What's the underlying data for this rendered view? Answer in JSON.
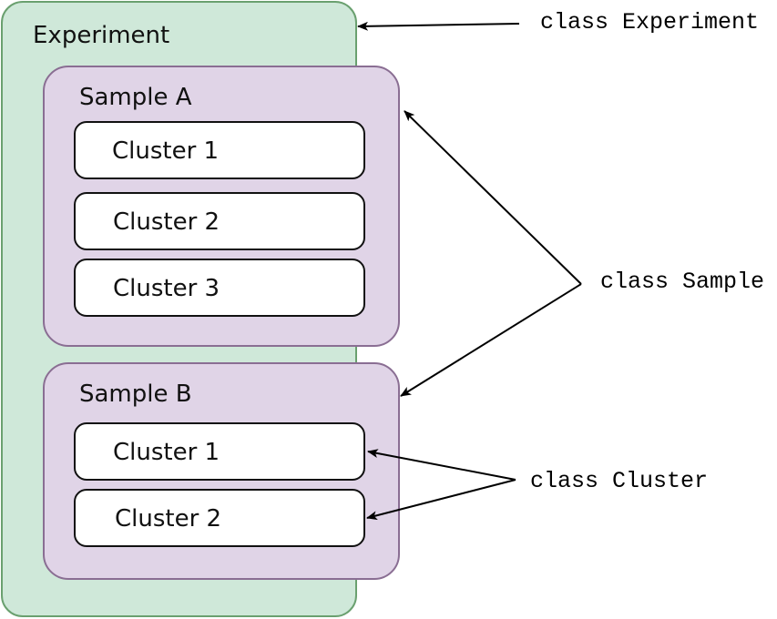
{
  "experiment": {
    "label": "Experiment"
  },
  "samples": [
    {
      "label": "Sample A",
      "clusters": [
        "Cluster 1",
        "Cluster 2",
        "Cluster 3"
      ]
    },
    {
      "label": "Sample B",
      "clusters": [
        "Cluster 1",
        "Cluster 2"
      ]
    }
  ],
  "annotations": {
    "experiment_class": "class Experiment",
    "sample_class": "class Sample",
    "cluster_class": "class Cluster"
  },
  "colors": {
    "experiment_fill": "#cfe8d9",
    "experiment_border": "#6aa06f",
    "sample_fill": "#e0d4e7",
    "sample_border": "#8a6e93",
    "cluster_fill": "#ffffff"
  }
}
